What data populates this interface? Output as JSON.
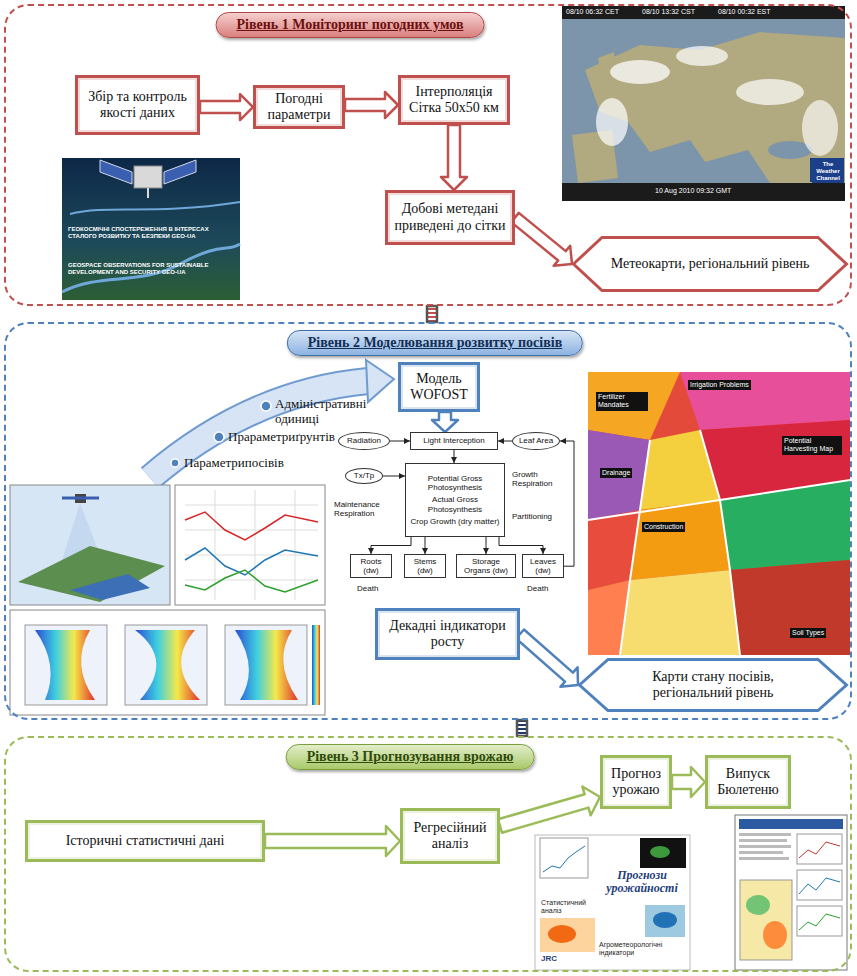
{
  "diagram": {
    "nodes": [
      {
        "text": [
          "Рівень 1 Моніторинг погодних умов"
        ]
      },
      {
        "text": [
          "Збір та контроль якості даних"
        ],
        "in": 0
      },
      {
        "text": [
          "Погодні параметри"
        ],
        "in": 0
      },
      {
        "text": [
          "Інтерполяція Сітка 50х50 км"
        ],
        "in": 0
      },
      {
        "text": [
          "Добові метедані приведені до сітки"
        ],
        "in": 0
      },
      {
        "text": [
          "Метеокарти, регіональний рівень"
        ],
        "in": 0
      },
      {
        "text": [
          "Рівень 2 Моделювання розвитку посівів"
        ]
      },
      {
        "text": [
          "Модель WOFOST"
        ],
        "in": 6
      },
      {
        "text": [
          "Radiation"
        ],
        "in": 6
      },
      {
        "text": [
          "Light Interception"
        ],
        "in": 6
      },
      {
        "text": [
          "Leaf Area"
        ],
        "in": 6
      },
      {
        "text": [
          "Tx/Tp"
        ],
        "in": 6
      },
      {
        "text": [
          "Potential Gross Photosynthesis",
          "Actual Gross Photosynthesis",
          "Crop Growth (dry matter)"
        ],
        "in": 6
      },
      {
        "text": [
          "Roots (dw)"
        ],
        "in": 6
      },
      {
        "text": [
          "Stems (dw)"
        ],
        "in": 6
      },
      {
        "text": [
          "Storage Organs (dw)"
        ],
        "in": 6
      },
      {
        "text": [
          "Leaves (dw)"
        ],
        "in": 6
      },
      {
        "text": [
          "Декадні індикатори росту"
        ],
        "in": 6
      },
      {
        "text": [
          "Карти стану посівів, регіональний рівень"
        ],
        "in": 6
      },
      {
        "text": [
          "Рівень 3 Прогнозування врожаю"
        ]
      },
      {
        "text": [
          "Історичні статистичні дані"
        ],
        "in": 19
      },
      {
        "text": [
          "Регресійний аналіз"
        ],
        "in": 19
      },
      {
        "text": [
          "Прогноз урожаю"
        ],
        "in": 19
      },
      {
        "text": [
          "Випуск Бюлетеню"
        ],
        "in": 19
      }
    ],
    "edges": [
      {
        "from": 1,
        "to": 2,
        "arrow": "to"
      },
      {
        "from": 2,
        "to": 3,
        "arrow": "to"
      },
      {
        "from": 3,
        "to": 4,
        "arrow": "to"
      },
      {
        "from": 4,
        "to": 5,
        "arrow": "to"
      },
      {
        "from": 0,
        "to": 6,
        "arrow": "none"
      },
      {
        "from": 7,
        "to": 9,
        "arrow": "to"
      },
      {
        "from": 8,
        "to": 9,
        "arrow": "to"
      },
      {
        "from": 10,
        "to": 9,
        "arrow": "to"
      },
      {
        "from": 9,
        "to": 12,
        "arrow": "to"
      },
      {
        "from": 11,
        "to": 12,
        "arrow": "to"
      },
      {
        "from": 12,
        "to": 13,
        "arrow": "to"
      },
      {
        "from": 12,
        "to": 14,
        "arrow": "to"
      },
      {
        "from": 12,
        "to": 15,
        "arrow": "to"
      },
      {
        "from": 12,
        "to": 16,
        "arrow": "to"
      },
      {
        "from": 16,
        "to": 10,
        "arrow": "to"
      },
      {
        "from": 17,
        "to": 18,
        "arrow": "to"
      },
      {
        "from": 6,
        "to": 19,
        "arrow": "none"
      },
      {
        "from": 20,
        "to": 21,
        "arrow": "to"
      },
      {
        "from": 21,
        "to": 22,
        "arrow": "to"
      },
      {
        "from": 22,
        "to": 23,
        "arrow": "to"
      }
    ],
    "labels": [
      "Адміністративні одиниці",
      "Прараметриґрунтів",
      "Параметрипосівів",
      "08/10 06:32 CET",
      "08/10 13:32 CST",
      "08/10 00:32 EST",
      "10 Aug 2010 09:32 GMT",
      "The Weather Channel",
      "ГЕОКОСМІЧНІ СПОСТЕРЕЖЕННЯ В ІНТЕРЕСАХ СТАЛОГО РОЗВИТКУ ТА БЕЗПЕКИ GEO-UA",
      "GEOSPACE OBSERVATIONS FOR SUSTAINABLE DEVELOPMENT AND SECURITY GEO-UA",
      "Maintenance Respiration",
      "Growth Respiration",
      "Partitioning",
      "Death",
      "Death",
      "Fertilizer Mandates",
      "Irrigation Problems",
      "Drainage",
      "Potential Harvesting Map",
      "Construction",
      "Soil Types",
      "Статистичний аналіз",
      "Прогнози урожайності",
      "Агрометеорологічні індикатори",
      "JRC"
    ]
  }
}
